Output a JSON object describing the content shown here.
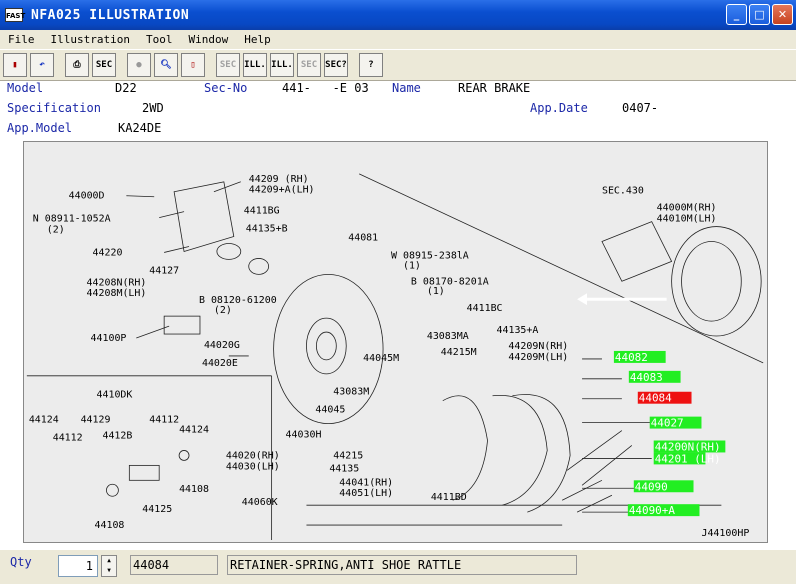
{
  "window": {
    "title": "NFA025  ILLUSTRATION",
    "icon_text": "FAST"
  },
  "menu": [
    "File",
    "Illustration",
    "Tool",
    "Window",
    "Help"
  ],
  "toolbar": {
    "sec_label": "SEC",
    "ill_label": "ILL.",
    "sec_q_label": "SEC?"
  },
  "info": {
    "model_label": "Model",
    "model_value": "D22",
    "secno_label": "Sec-No",
    "secno_value": "441-   -E 03",
    "name_label": "Name",
    "name_value": "REAR BRAKE",
    "spec_label": "Specification",
    "spec_value": "2WD",
    "appdate_label": "App.Date",
    "appdate_value": "0407-",
    "appmodel_label": "App.Model",
    "appmodel_value": "KA24DE"
  },
  "illustration": {
    "code": "J44100HP",
    "labels": [
      "44000D",
      "44209  (RH)",
      "44209+A(LH)",
      "N 08911-1052A",
      "(2)",
      "4411BG",
      "44135+B",
      "44220",
      "44081",
      "44127",
      "W 08915-238lA",
      "(1)",
      "44208N(RH)",
      "44208M(LH)",
      "B 08170-8201A",
      "(1)",
      "B 08120-61200",
      "(2)",
      "4411BC",
      "44100P",
      "44020G",
      "43083MA",
      "44135+A",
      "44020E",
      "44045M",
      "44215M",
      "44209N(RH)",
      "44209M(LH)",
      "SEC.430",
      "44000M(RH)",
      "44010M(LH)",
      "4410DK",
      "44124",
      "44129",
      "44112",
      "44124",
      "44112",
      "4412B",
      "43083M",
      "44045",
      "44030H",
      "44020(RH)",
      "44030(LH)",
      "44215",
      "44135",
      "44041(RH)",
      "44051(LH)",
      "4411BD",
      "44108",
      "44060K",
      "44125",
      "44108"
    ],
    "green_tags": [
      "44082",
      "44083",
      "44027",
      "44200N(RH)",
      "44201 (LH)",
      "44090",
      "44090+A"
    ],
    "red_tag": "44084"
  },
  "bottom": {
    "qty_label": "Qty",
    "qty_value": "1",
    "part_no": "44084",
    "part_desc": "RETAINER-SPRING,ANTI SHOE RATTLE"
  },
  "colors": {
    "green_tag": "#22ee22",
    "red_tag": "#ee1111",
    "label_blue": "#1c28a8"
  }
}
